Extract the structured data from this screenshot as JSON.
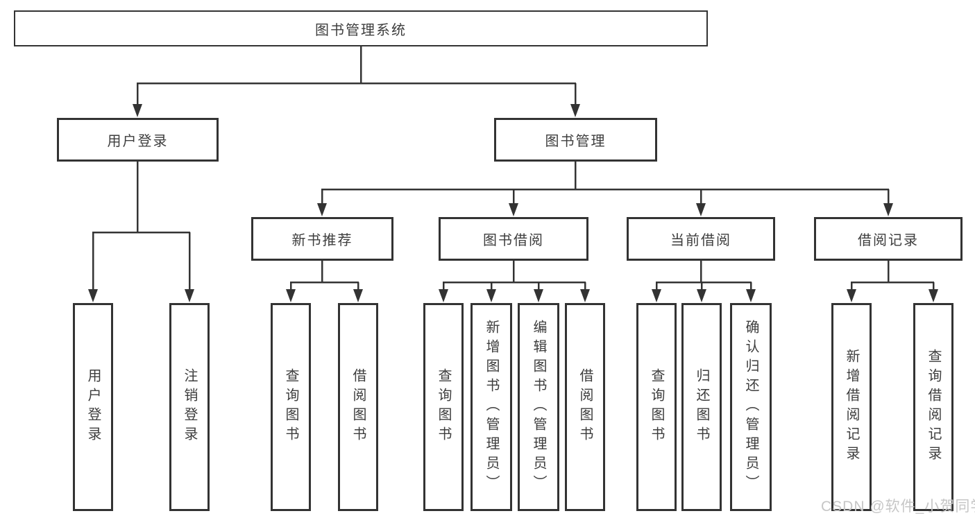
{
  "tree": {
    "label": "图书管理系统",
    "children": [
      {
        "label": "用户登录",
        "children": [
          {
            "label": "用户登录"
          },
          {
            "label": "注销登录"
          }
        ]
      },
      {
        "label": "图书管理",
        "children": [
          {
            "label": "新书推荐",
            "children": [
              {
                "label": "查询图书"
              },
              {
                "label": "借阅图书"
              }
            ]
          },
          {
            "label": "图书借阅",
            "children": [
              {
                "label": "查询图书"
              },
              {
                "label": "新增图书（管理员）"
              },
              {
                "label": "编辑图书（管理员）"
              },
              {
                "label": "借阅图书"
              }
            ]
          },
          {
            "label": "当前借阅",
            "children": [
              {
                "label": "查询图书"
              },
              {
                "label": "归还图书"
              },
              {
                "label": "确认归还（管理员）"
              }
            ]
          },
          {
            "label": "借阅记录",
            "children": [
              {
                "label": "新增借阅记录"
              },
              {
                "label": "查询借阅记录"
              }
            ]
          }
        ]
      }
    ]
  },
  "watermark": {
    "text": "CSDN @软件_小贺同学"
  },
  "colors": {
    "line": "#333333",
    "box_border": "#333333",
    "text": "#3d3d3d",
    "watermark": "#c6c6c6",
    "background": "#ffffff"
  }
}
